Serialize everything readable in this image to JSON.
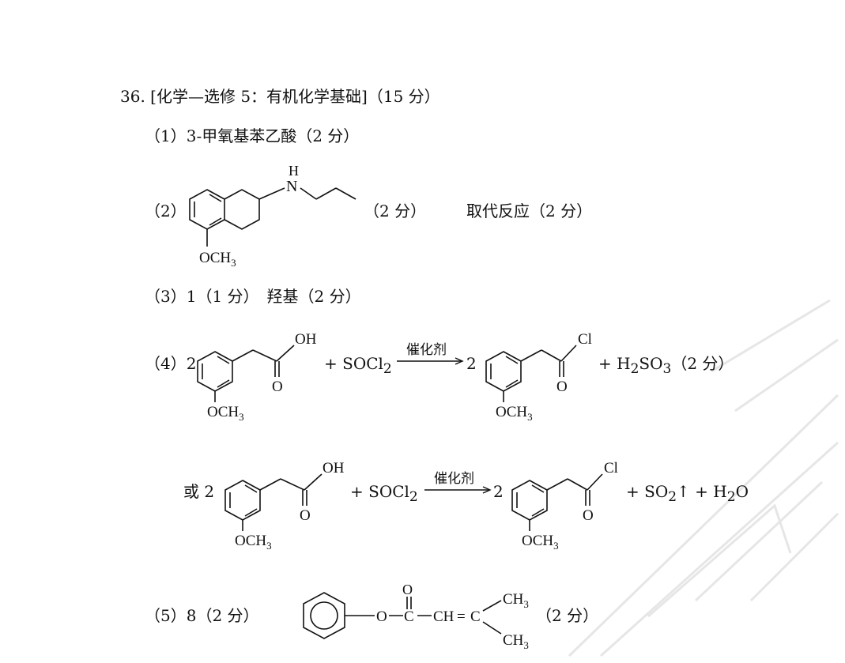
{
  "question": {
    "header": "36. [化学—选修 5：有机化学基础]（15 分）",
    "q1": "（1）3-甲氧基苯乙酸（2 分）",
    "q2_num": "（2）",
    "q2_score": "（2 分）",
    "q2_reaction": "取代反应（2 分）",
    "q3": "（3）1（1 分）　羟基（2 分）",
    "q4_num": "（4）2",
    "q4_plus_reagent": "+ SOCl",
    "q4_coef": "2",
    "q4_product_tail": "+ H",
    "q4_score": "（2 分）",
    "alt_prefix": "或  2",
    "alt_plus_reagent": "+ SOCl",
    "alt_coef": "2",
    "alt_tail": "+ SO",
    "q5_num": "（5）8（2 分）",
    "q5_score": "（2 分）"
  },
  "chem": {
    "catalyst": "催化剂",
    "H": "H",
    "N": "N",
    "OH": "OH",
    "O": "O",
    "Cl": "Cl",
    "OCH": "OCH",
    "sub3": "3",
    "sub2": "2",
    "H2": "H",
    "SO": "SO",
    "H2O_H": "H",
    "H2O_O": "O",
    "up_arrow": "↑",
    "ester_O": "O",
    "ester_C": "C",
    "ester_CH": "CH",
    "ester_eq": "=",
    "ester_C2": "C",
    "CH3_a": "CH",
    "CH3_b": "CH"
  }
}
